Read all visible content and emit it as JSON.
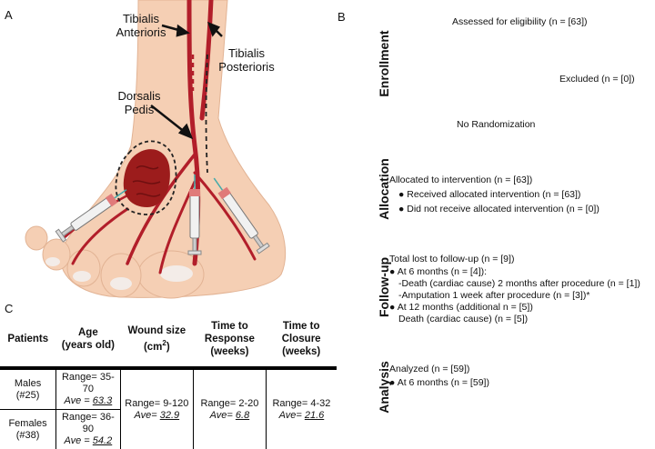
{
  "panel_a": {
    "letter": "A",
    "labels": {
      "tibialis_anterioris": [
        "Tibialis",
        "Anterioris"
      ],
      "tibialis_posterioris": [
        "Tibialis",
        "Posterioris"
      ],
      "dorsalis_pedis": [
        "Dorsalis",
        "Pedis"
      ]
    }
  },
  "panel_b": {
    "letter": "B",
    "stages": {
      "enrollment": "Enrollment",
      "allocation": "Allocation",
      "followup": "Follow-up",
      "analysis": "Analysis"
    },
    "assessed": "Assessed for eligibility (n = [63])",
    "excluded": "Excluded (n = [0])",
    "no_randomization": "No Randomization",
    "allocated": "Allocated to intervention (n = [63])",
    "received": "Received allocated intervention (n = [63])",
    "not_received": "Did not receive allocated intervention (n = [0])",
    "lost": "Total lost to follow-up (n = [9])",
    "m6": "At 6 months (n = [4]):",
    "m6_death": "-Death (cardiac cause) 2 months after procedure (n = [1])",
    "m6_amp": "-Amputation 1 week after procedure (n = [3])*",
    "m12": "At 12 months (additional n = [5])",
    "m12_death": "Death (cardiac cause) (n = [5])",
    "analyzed": "Analyzed (n = [59])",
    "analyzed_6": "At 6 months (n = [59])",
    "bullet": "●"
  },
  "panel_c": {
    "letter": "C",
    "headers": {
      "patients": "Patients",
      "age": [
        "Age",
        "(years old)"
      ],
      "wound": "Wound size",
      "wound_unit": "(cm",
      "wound_sup": "2",
      "wound_close": ")",
      "response": [
        "Time to",
        "Response",
        "(weeks)"
      ],
      "closure": [
        "Time to",
        "Closure",
        "(weeks)"
      ]
    },
    "males": {
      "label": [
        "Males",
        "(#25)"
      ],
      "age_range": "Range= 35-70",
      "age_ave_label": "Ave =",
      "age_ave": "63.3"
    },
    "females": {
      "label": [
        "Females",
        "(#38)"
      ],
      "age_range": "Range= 36-90",
      "age_ave_label": "Ave =",
      "age_ave": "54.2"
    },
    "wound": {
      "range": "Range= 9-120",
      "ave_label": "Ave=",
      "ave": "32.9"
    },
    "response": {
      "range": "Range= 2-20",
      "ave_label": "Ave=",
      "ave": "6.8"
    },
    "closure": {
      "range": "Range= 4-32",
      "ave_label": "Ave=",
      "ave": "21.6"
    }
  },
  "colors": {
    "skin": "#f5cfb4",
    "artery": "#b21e2a",
    "ulcer": "#9c1c1c",
    "syringe_cap": "#e07a7a"
  }
}
